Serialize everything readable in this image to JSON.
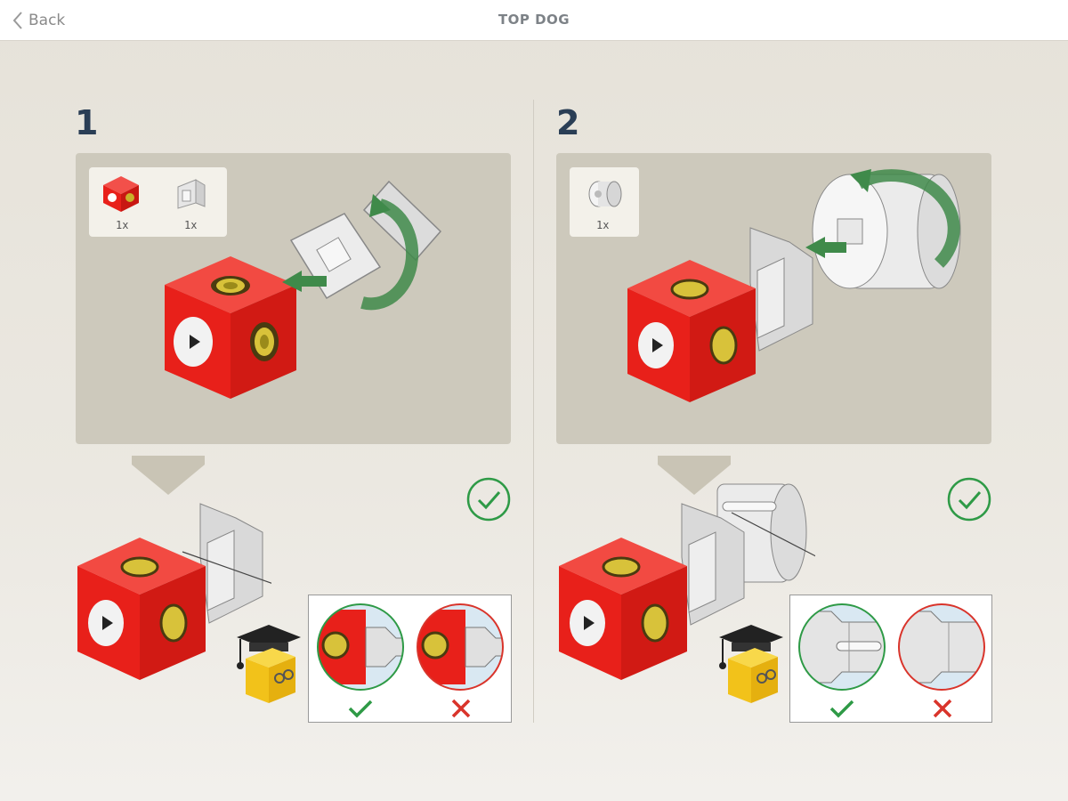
{
  "nav": {
    "back_label": "Back",
    "title": "TOP DOG"
  },
  "steps": [
    {
      "number": "1",
      "parts": [
        {
          "icon": "red-speaker-cube-icon",
          "qty": "1x"
        },
        {
          "icon": "gray-hinge-part-icon",
          "qty": "1x"
        }
      ]
    },
    {
      "number": "2",
      "parts": [
        {
          "icon": "gray-wheel-part-icon",
          "qty": "1x"
        }
      ]
    }
  ],
  "colors": {
    "cube_red": "#e8201a",
    "check_green": "#2e9a46",
    "wrong_red": "#d9342b",
    "step_blue": "#2a3e55",
    "panel": "#cdc9bc"
  }
}
